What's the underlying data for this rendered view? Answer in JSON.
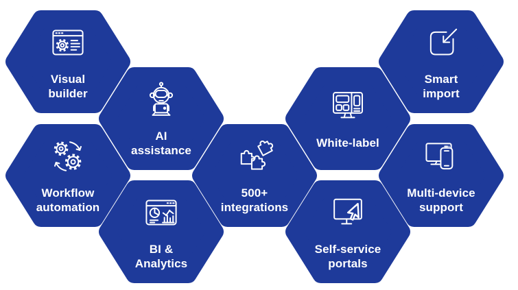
{
  "colors": {
    "hexagon_fill": "#1e3a9a",
    "icon_stroke": "#ffffff",
    "label_text": "#ffffff",
    "background": "#ffffff"
  },
  "hexagons": [
    {
      "id": "visual-builder",
      "icon": "visual-builder-icon",
      "label": "Visual\nbuilder"
    },
    {
      "id": "ai-assistance",
      "icon": "ai-assistance-icon",
      "label": "AI\nassistance"
    },
    {
      "id": "workflow-automation",
      "icon": "workflow-automation-icon",
      "label": "Workflow\nautomation"
    },
    {
      "id": "bi-analytics",
      "icon": "bi-analytics-icon",
      "label": "BI &\nAnalytics"
    },
    {
      "id": "integrations",
      "icon": "puzzle-integrations-icon",
      "label": "500+\nintegrations"
    },
    {
      "id": "white-label",
      "icon": "white-label-icon",
      "label": "White-label"
    },
    {
      "id": "self-service-portals",
      "icon": "self-service-portals-icon",
      "label": "Self-service\nportals"
    },
    {
      "id": "smart-import",
      "icon": "smart-import-icon",
      "label": "Smart\nimport"
    },
    {
      "id": "multi-device-support",
      "icon": "multi-device-support-icon",
      "label": "Multi-device\nsupport"
    }
  ]
}
